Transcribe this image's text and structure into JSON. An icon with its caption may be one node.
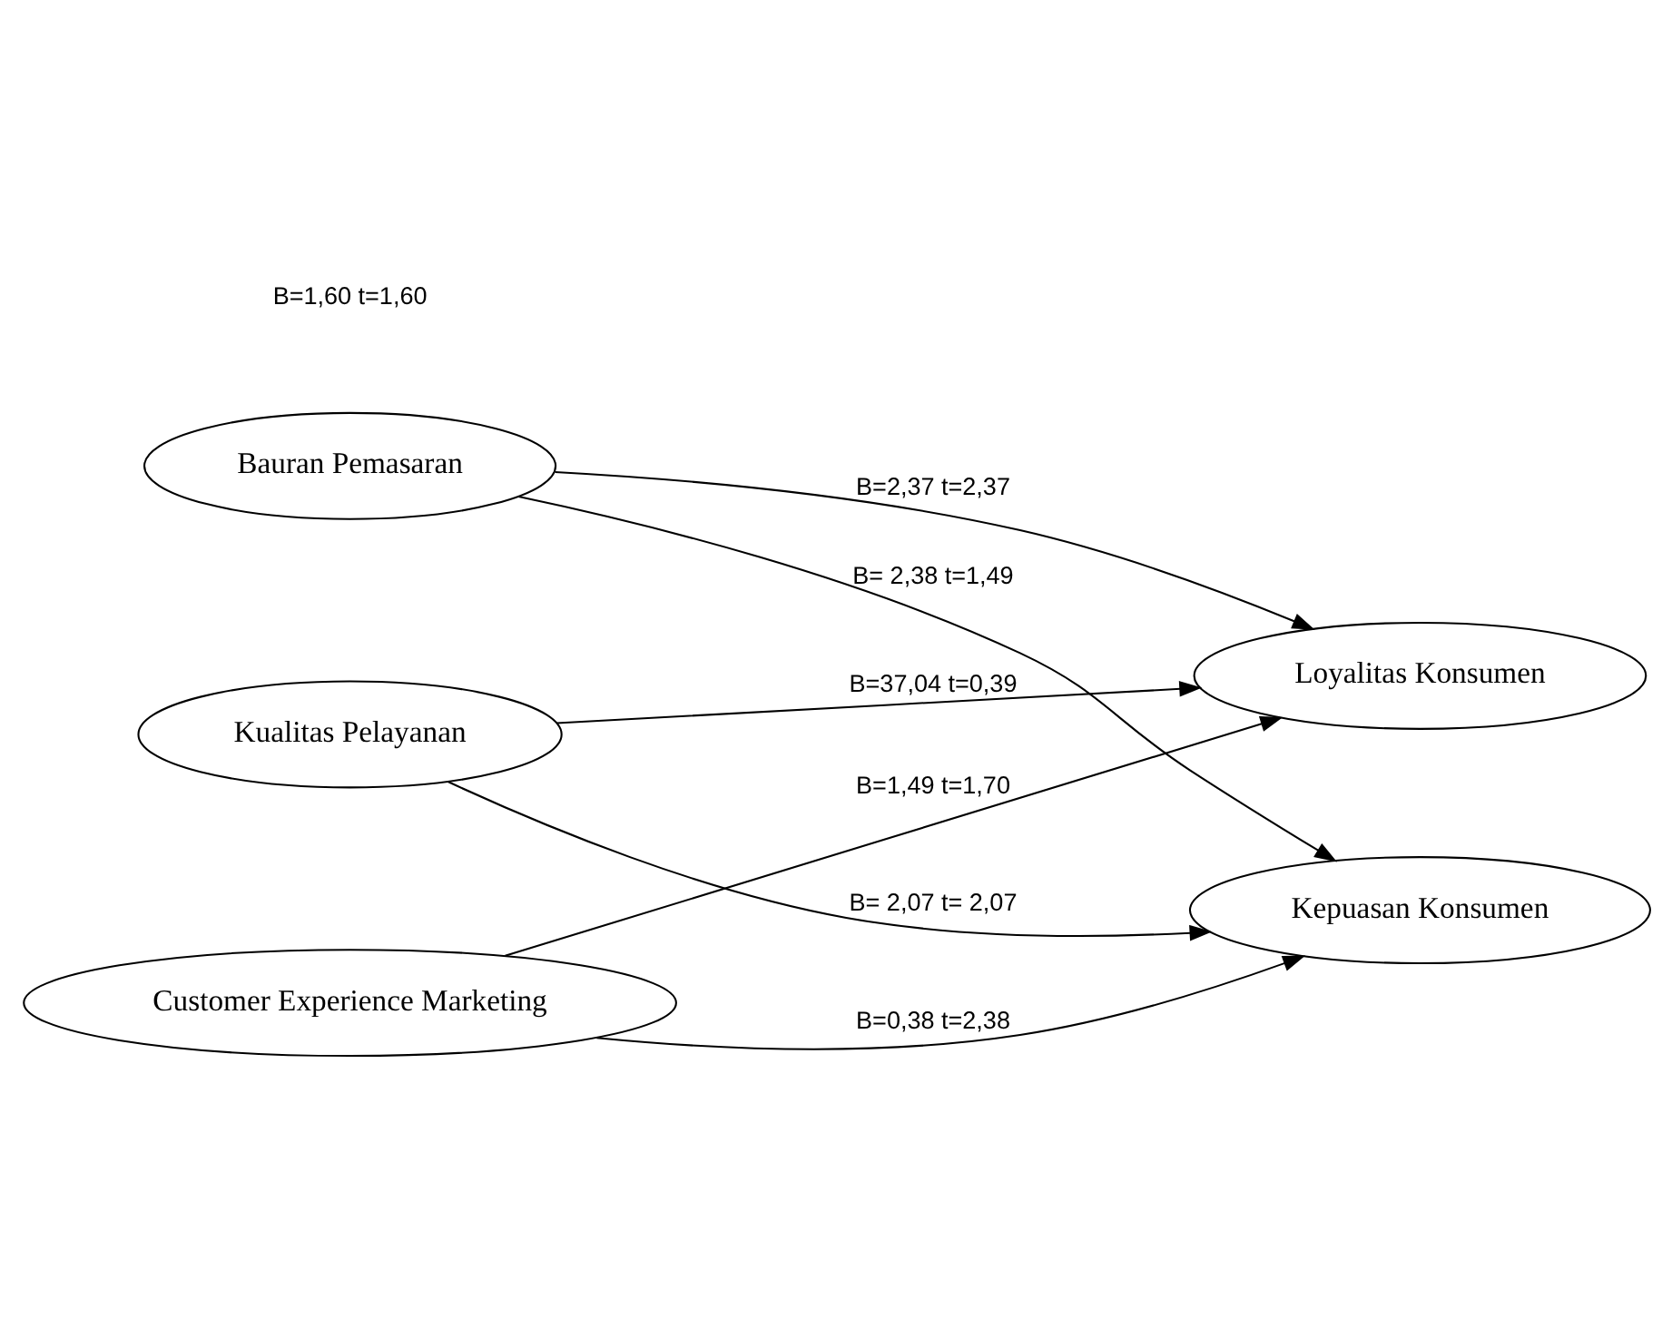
{
  "diagram": {
    "nodes": [
      {
        "text": [
          "Bauran Pemasaran"
        ]
      },
      {
        "text": [
          "Kualitas Pelayanan"
        ]
      },
      {
        "text": [
          "Customer Experience Marketing"
        ]
      },
      {
        "text": [
          "Kepuasan Konsumen"
        ]
      },
      {
        "text": [
          "Loyalitas Konsumen"
        ]
      }
    ],
    "edges": [
      {
        "from": 0,
        "to": 3,
        "arrow": "to",
        "label": "B= 2,38 t=1,49"
      },
      {
        "from": 0,
        "to": 4,
        "arrow": "to",
        "label": "B=2,37 t=2,37"
      },
      {
        "from": 1,
        "to": 3,
        "arrow": "to",
        "label": "B= 2,07 t= 2,07"
      },
      {
        "from": 1,
        "to": 4,
        "arrow": "to",
        "label": "B=37,04 t=0,39"
      },
      {
        "from": 2,
        "to": 3,
        "arrow": "to",
        "label": "B=0,38 t=2,38"
      },
      {
        "from": 2,
        "to": 4,
        "arrow": "to",
        "label": "B=1,49 t=1,70"
      }
    ],
    "labels": [
      "B=1,60 t=1,60"
    ]
  }
}
